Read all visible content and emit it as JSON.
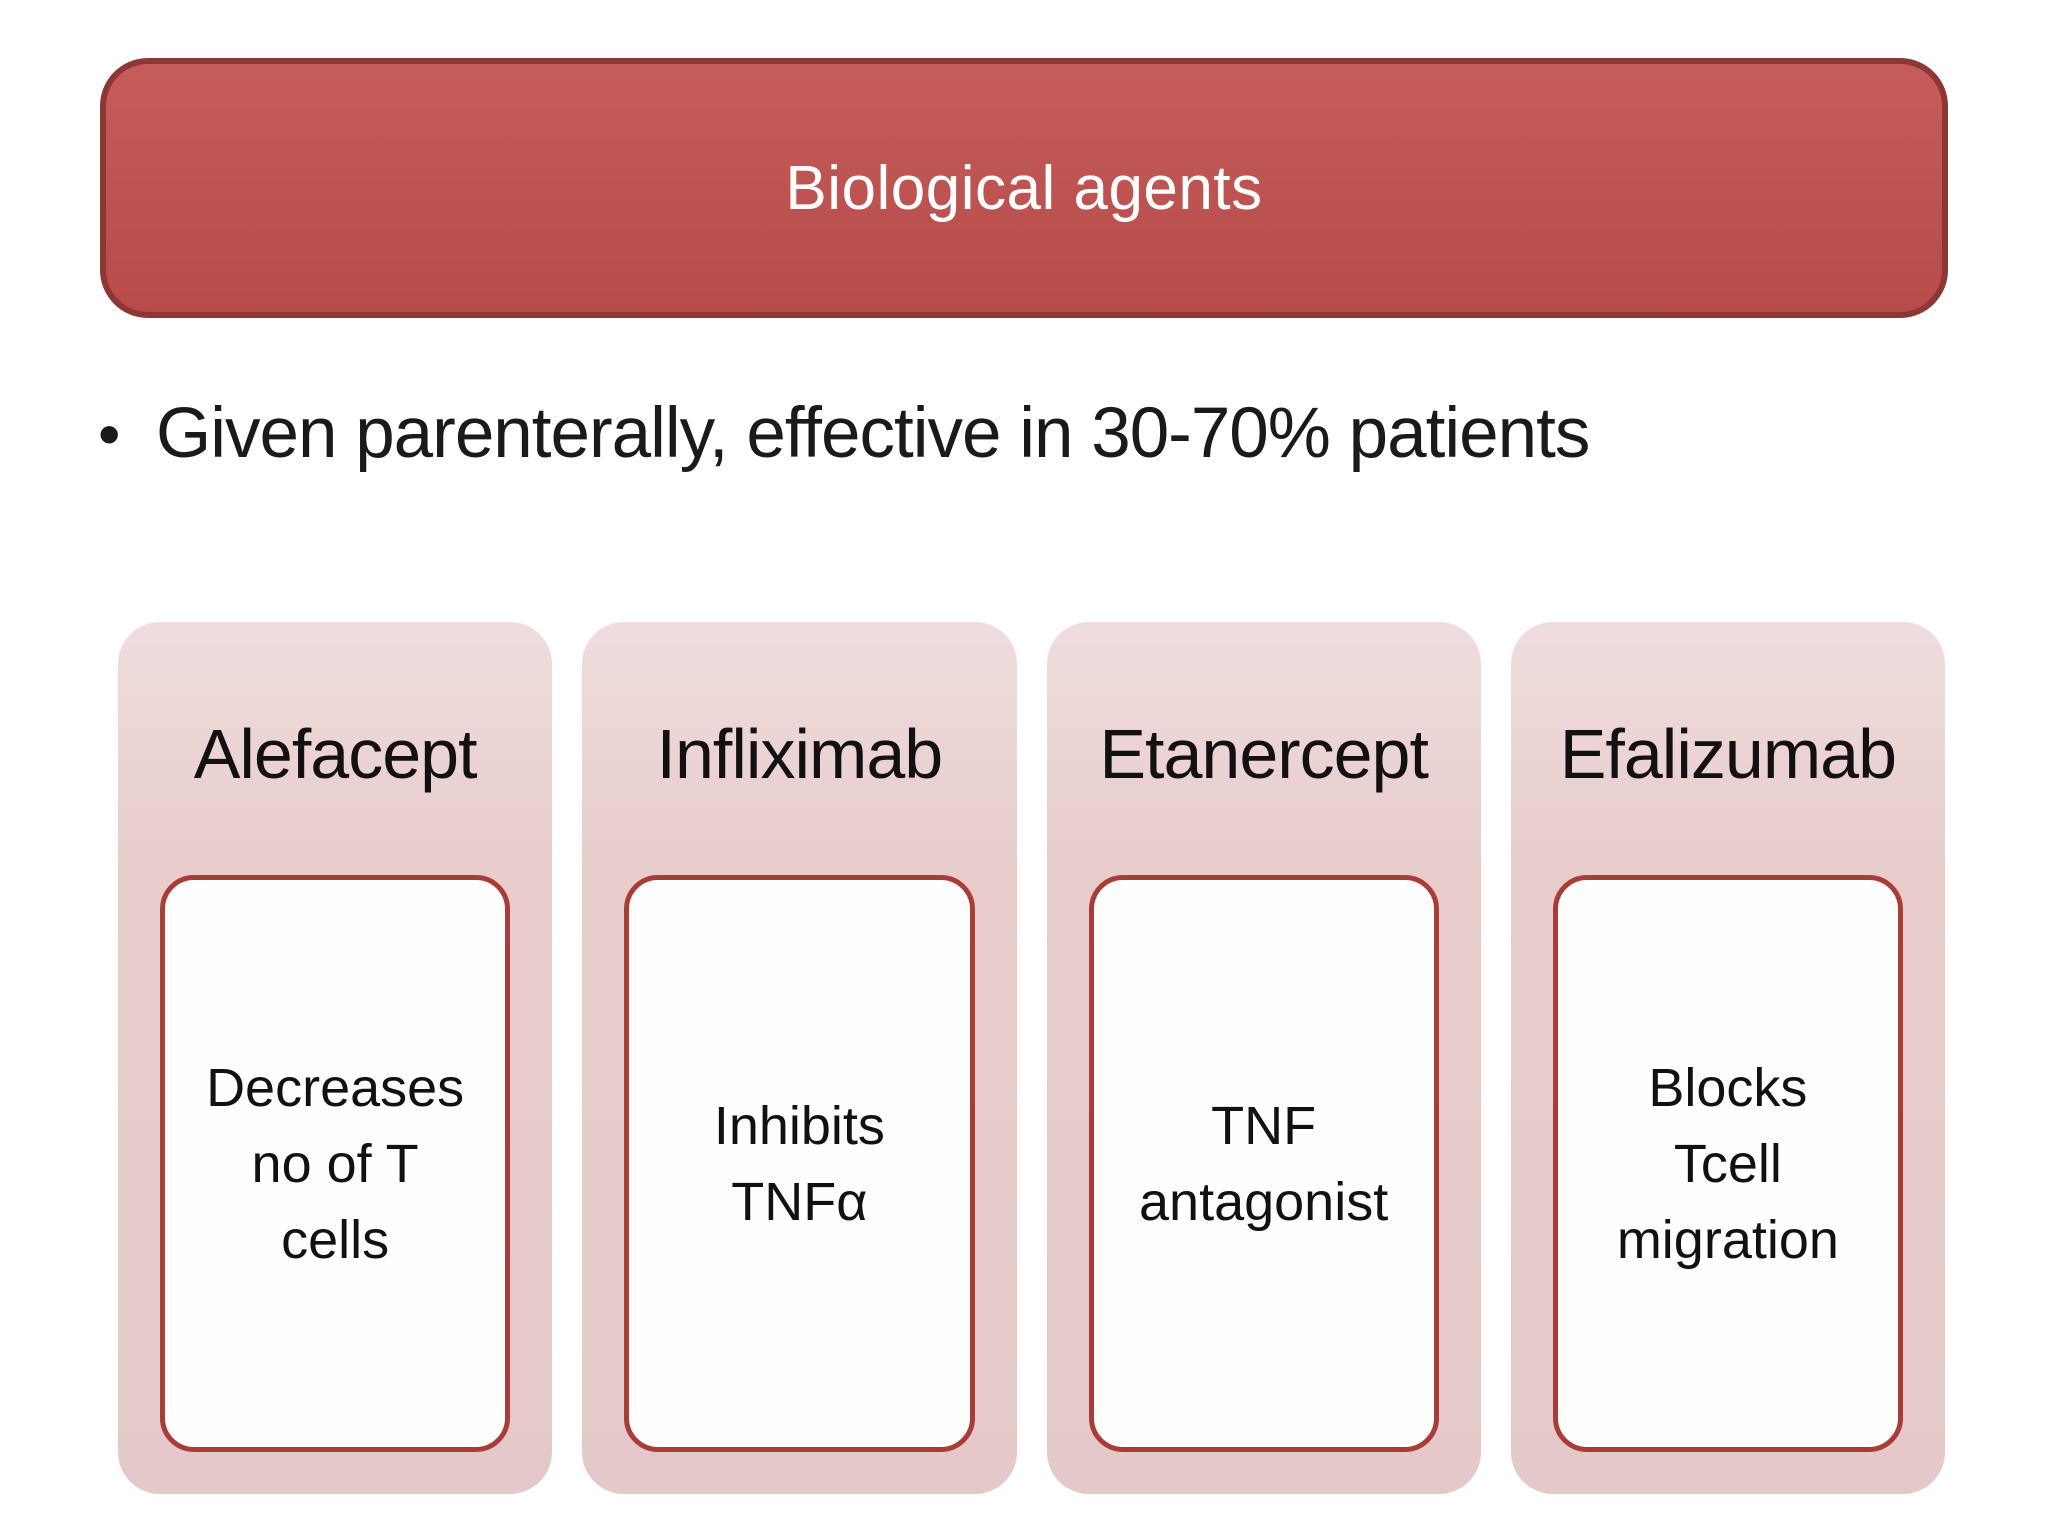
{
  "slide": {
    "banner": {
      "title": "Biological agents"
    },
    "bullet": {
      "marker": "•",
      "text": "Given parenterally, effective in 30-70% patients"
    },
    "agents": [
      {
        "name": "Alefacept",
        "mechanism": "Decreases\nno of T\ncells"
      },
      {
        "name": "Infliximab",
        "mechanism": "Inhibits\nTNFα"
      },
      {
        "name": "Etanercept",
        "mechanism": "TNF\nantagonist"
      },
      {
        "name": "Efalizumab",
        "mechanism": "Blocks\nTcell\nmigration"
      }
    ],
    "colors": {
      "banner_fill": "#c0504d",
      "banner_border": "#8e3634",
      "column_fill": "#e9cdcd",
      "inner_border": "#a93b38",
      "title_text": "#ffffff",
      "text": "#1a1a1a"
    }
  }
}
